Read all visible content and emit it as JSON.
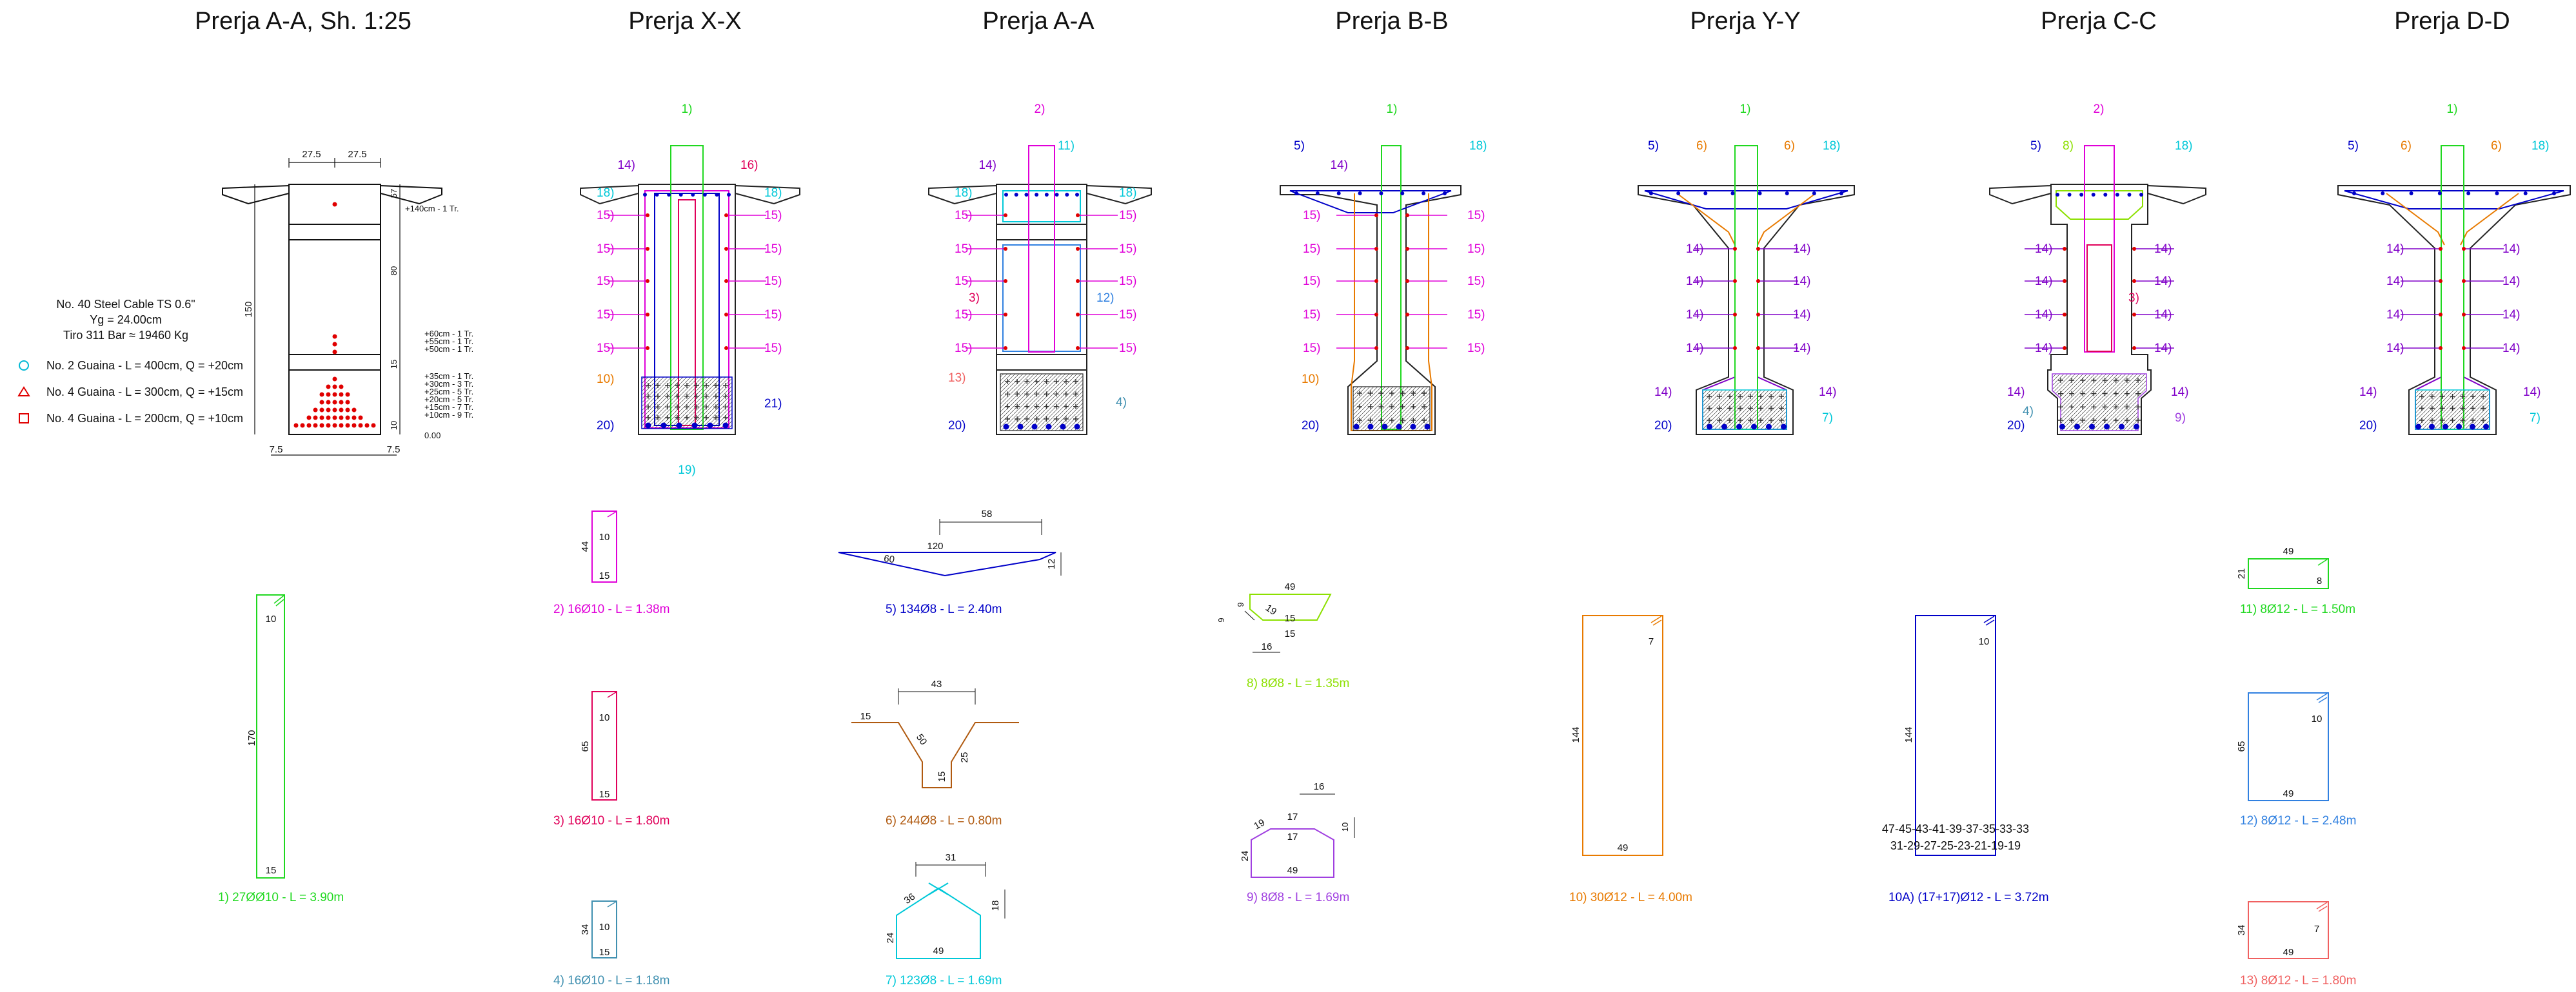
{
  "titles": [
    "Prerja A-A, Sh. 1:25",
    "Prerja X-X",
    "Prerja A-A",
    "Prerja B-B",
    "Prerja Y-Y",
    "Prerja C-C",
    "Prerja D-D"
  ],
  "cable_notes": {
    "line1": "No. 40 Steel Cable TS 0.6\"",
    "line2": "Yg = 24.00cm",
    "line3": "Tiro 311 Bar ≈ 19460 Kg",
    "legend": [
      {
        "symbol": "○",
        "color": "#00b8d4",
        "text": "No. 2 Guaina - L = 400cm, Q = +20cm"
      },
      {
        "symbol": "△",
        "color": "#e00000",
        "text": "No. 4 Guaina - L = 300cm, Q = +15cm"
      },
      {
        "symbol": "□",
        "color": "#e00000",
        "text": "No. 4 Guaina - L = 200cm, Q = +10cm"
      }
    ]
  },
  "section1_dims": {
    "top_a": "27.5",
    "top_b": "27.5",
    "side_150": "150",
    "r1": "57",
    "r2": "80",
    "r3": "15",
    "r4": "10",
    "lev_140": "+140cm - 1 Tr.",
    "lev_60": "+60cm - 1 Tr.",
    "lev_55": "+55cm - 1 Tr.",
    "lev_50": "+50cm - 1 Tr.",
    "lev_35": "+35cm - 1 Tr.",
    "lev_30": "+30cm - 3 Tr.",
    "lev_25": "+25cm - 5 Tr.",
    "lev_20": "+20cm - 5 Tr.",
    "lev_15": "+15cm - 7 Tr.",
    "lev_10": "+10cm - 9 Tr.",
    "lev_0": "0.00",
    "bot_l": "7.5",
    "bot_r": "7.5"
  },
  "section_labels": {
    "xx": {
      "top1": "1)",
      "l14": "14)",
      "r16": "16)",
      "l18": "18)",
      "r18": "18)",
      "l15": "15)",
      "r15": "15)",
      "l10": "10)",
      "l20": "20)",
      "r21": "21)",
      "b19": "19)"
    },
    "aa": {
      "top2": "2)",
      "top11": "11)",
      "l14": "14)",
      "l18": "18)",
      "r18": "18)",
      "l15": "15)",
      "r15": "15)",
      "l3": "3)",
      "r12": "12)",
      "l13": "13)",
      "r4": "4)",
      "l20": "20)"
    },
    "bb": {
      "top1": "1)",
      "l5": "5)",
      "r18": "18)",
      "l14": "14)",
      "l15": "15)",
      "r15": "15)",
      "l10": "10)",
      "l20": "20)"
    },
    "yy": {
      "top1": "1)",
      "l5": "5)",
      "l6": "6)",
      "r6": "6)",
      "r18": "18)",
      "l14": "14)",
      "r14": "14)",
      "l20": "20)",
      "r7": "7)"
    },
    "cc": {
      "top2": "2)",
      "l5": "5)",
      "l8": "8)",
      "r18": "18)",
      "l14": "14)",
      "r14": "14)",
      "r3": "3)",
      "l4": "4)",
      "l20": "20)",
      "r9": "9)"
    },
    "dd": {
      "top1": "1)",
      "l5": "5)",
      "l6": "6)",
      "r6": "6)",
      "r18": "18)",
      "l14": "14)",
      "r14": "14)",
      "l20": "20)",
      "r7": "7)"
    }
  },
  "bars": {
    "b1": {
      "caption": "1) 27ØØ10 - L = 3.90m",
      "d1": "10",
      "d2": "170",
      "d3": "15"
    },
    "b2": {
      "caption": "2) 16Ø10 - L = 1.38m",
      "d1": "10",
      "d2": "44",
      "d3": "15"
    },
    "b3": {
      "caption": "3) 16Ø10 - L = 1.80m",
      "d1": "10",
      "d2": "65",
      "d3": "15"
    },
    "b4": {
      "caption": "4) 16Ø10 - L = 1.18m",
      "d1": "10",
      "d2": "34",
      "d3": "15"
    },
    "b5": {
      "caption": "5) 134Ø8 - L = 2.40m",
      "d1": "58",
      "d2": "120",
      "d3": "60",
      "d4": "12"
    },
    "b6": {
      "caption": "6) 244Ø8 - L = 0.80m",
      "d1": "43",
      "d2": "15",
      "d3": "50",
      "d4": "15",
      "d5": "25"
    },
    "b7": {
      "caption": "7) 123Ø8 - L = 1.69m",
      "d1": "31",
      "d2": "36",
      "d3": "18",
      "d4": "24",
      "d5": "49"
    },
    "b8": {
      "caption": "8) 8Ø8 - L = 1.35m",
      "d1": "49",
      "d2": "9",
      "d3": "19",
      "d4": "15",
      "d5": "16",
      "d6": "15",
      "d7": "9"
    },
    "b9": {
      "caption": "9) 8Ø8 - L = 1.69m",
      "d1": "16",
      "d2": "17",
      "d3": "19",
      "d4": "17",
      "d5": "10",
      "d6": "24",
      "d7": "49"
    },
    "b10": {
      "caption": "10) 30Ø12 - L = 4.00m",
      "d1": "7",
      "d2": "144",
      "d3": "49"
    },
    "b10a": {
      "caption": "10A) (17+17)Ø12 - L = 3.72m",
      "d1": "10",
      "d2": "144",
      "seq1": "47-45-43-41-39-37-35-33-33",
      "seq2": "31-29-27-25-23-21-19-19"
    },
    "b11": {
      "caption": "11) 8Ø12 - L = 1.50m",
      "d1": "49",
      "d2": "21",
      "d3": "8"
    },
    "b12": {
      "caption": "12) 8Ø12 - L = 2.48m",
      "d1": "10",
      "d2": "65",
      "d3": "49"
    },
    "b13": {
      "caption": "13) 8Ø12 - L = 1.80m",
      "d1": "7",
      "d2": "34",
      "d3": "49"
    }
  },
  "colors": {
    "green": "#1fd81f",
    "magenta": "#e000d8",
    "pink": "#e0005a",
    "cyan": "#00c8d8",
    "blue": "#0000c8",
    "orange": "#e87a00",
    "brown": "#b05a10",
    "lime": "#8ce000",
    "violet": "#a040e0",
    "lightblue": "#3080e0",
    "salmon": "#f06060",
    "steelblue": "#4090b0",
    "red": "#e00000",
    "purple": "#6000c8"
  }
}
